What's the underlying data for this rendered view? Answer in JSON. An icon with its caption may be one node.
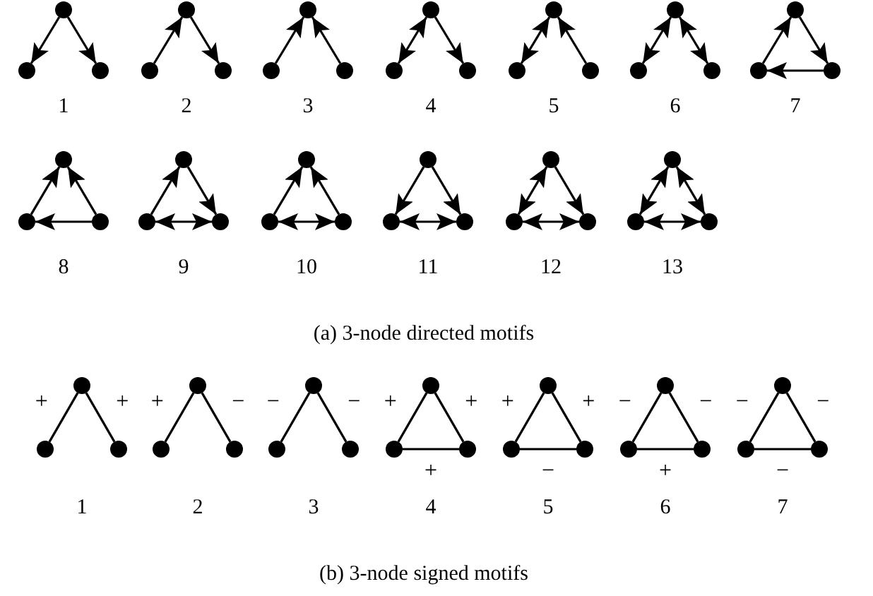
{
  "diagram": {
    "nodes": [
      {
        "text": [],
        "shape": "circle"
      },
      {
        "text": [],
        "shape": "circle"
      },
      {
        "text": [],
        "shape": "circle"
      },
      {
        "text": [],
        "shape": "circle"
      },
      {
        "text": [],
        "shape": "circle"
      },
      {
        "text": [],
        "shape": "circle"
      },
      {
        "text": [],
        "shape": "circle"
      },
      {
        "text": [],
        "shape": "circle"
      },
      {
        "text": [],
        "shape": "circle"
      },
      {
        "text": [],
        "shape": "circle"
      },
      {
        "text": [],
        "shape": "circle"
      },
      {
        "text": [],
        "shape": "circle"
      },
      {
        "text": [],
        "shape": "circle"
      },
      {
        "text": [],
        "shape": "circle"
      },
      {
        "text": [],
        "shape": "circle"
      },
      {
        "text": [],
        "shape": "circle"
      },
      {
        "text": [],
        "shape": "circle"
      },
      {
        "text": [],
        "shape": "circle"
      },
      {
        "text": [],
        "shape": "circle"
      },
      {
        "text": [],
        "shape": "circle"
      },
      {
        "text": [],
        "shape": "circle"
      },
      {
        "text": [],
        "shape": "circle"
      },
      {
        "text": [],
        "shape": "circle"
      },
      {
        "text": [],
        "shape": "circle"
      },
      {
        "text": [],
        "shape": "circle"
      },
      {
        "text": [],
        "shape": "circle"
      },
      {
        "text": [],
        "shape": "circle"
      },
      {
        "text": [],
        "shape": "circle"
      },
      {
        "text": [],
        "shape": "circle"
      },
      {
        "text": [],
        "shape": "circle"
      },
      {
        "text": [],
        "shape": "circle"
      },
      {
        "text": [],
        "shape": "circle"
      },
      {
        "text": [],
        "shape": "circle"
      },
      {
        "text": [],
        "shape": "circle"
      },
      {
        "text": [],
        "shape": "circle"
      },
      {
        "text": [],
        "shape": "circle"
      },
      {
        "text": [],
        "shape": "circle"
      },
      {
        "text": [],
        "shape": "circle"
      },
      {
        "text": [],
        "shape": "circle"
      },
      {
        "text": [],
        "shape": "circle"
      },
      {
        "text": [],
        "shape": "circle"
      },
      {
        "text": [],
        "shape": "circle"
      },
      {
        "text": [],
        "shape": "circle"
      },
      {
        "text": [],
        "shape": "circle"
      },
      {
        "text": [],
        "shape": "circle"
      },
      {
        "text": [],
        "shape": "circle"
      },
      {
        "text": [],
        "shape": "circle"
      },
      {
        "text": [],
        "shape": "circle"
      },
      {
        "text": [],
        "shape": "circle"
      },
      {
        "text": [],
        "shape": "circle"
      },
      {
        "text": [],
        "shape": "circle"
      },
      {
        "text": [],
        "shape": "circle"
      },
      {
        "text": [],
        "shape": "circle"
      },
      {
        "text": [],
        "shape": "circle"
      },
      {
        "text": [],
        "shape": "circle"
      },
      {
        "text": [],
        "shape": "circle"
      },
      {
        "text": [],
        "shape": "circle"
      },
      {
        "text": [],
        "shape": "circle"
      },
      {
        "text": [],
        "shape": "circle"
      },
      {
        "text": [],
        "shape": "circle"
      }
    ],
    "edges": [
      {
        "from": 0,
        "to": 1,
        "arrow": "to"
      },
      {
        "from": 0,
        "to": 2,
        "arrow": "to"
      },
      {
        "from": 4,
        "to": 3,
        "arrow": "to"
      },
      {
        "from": 3,
        "to": 5,
        "arrow": "to"
      },
      {
        "from": 7,
        "to": 6,
        "arrow": "to"
      },
      {
        "from": 8,
        "to": 6,
        "arrow": "to"
      },
      {
        "from": 9,
        "to": 10,
        "arrow": "both"
      },
      {
        "from": 9,
        "to": 11,
        "arrow": "to"
      },
      {
        "from": 12,
        "to": 13,
        "arrow": "both"
      },
      {
        "from": 14,
        "to": 12,
        "arrow": "to"
      },
      {
        "from": 15,
        "to": 16,
        "arrow": "both"
      },
      {
        "from": 15,
        "to": 17,
        "arrow": "both"
      },
      {
        "from": 19,
        "to": 18,
        "arrow": "to"
      },
      {
        "from": 18,
        "to": 20,
        "arrow": "to"
      },
      {
        "from": 20,
        "to": 19,
        "arrow": "to"
      },
      {
        "from": 22,
        "to": 21,
        "arrow": "to"
      },
      {
        "from": 23,
        "to": 21,
        "arrow": "to"
      },
      {
        "from": 23,
        "to": 22,
        "arrow": "to"
      },
      {
        "from": 25,
        "to": 24,
        "arrow": "to"
      },
      {
        "from": 24,
        "to": 26,
        "arrow": "to"
      },
      {
        "from": 25,
        "to": 26,
        "arrow": "both"
      },
      {
        "from": 28,
        "to": 27,
        "arrow": "to"
      },
      {
        "from": 29,
        "to": 27,
        "arrow": "to"
      },
      {
        "from": 28,
        "to": 29,
        "arrow": "both"
      },
      {
        "from": 30,
        "to": 31,
        "arrow": "to"
      },
      {
        "from": 30,
        "to": 32,
        "arrow": "to"
      },
      {
        "from": 31,
        "to": 32,
        "arrow": "both"
      },
      {
        "from": 33,
        "to": 34,
        "arrow": "both"
      },
      {
        "from": 33,
        "to": 35,
        "arrow": "to"
      },
      {
        "from": 34,
        "to": 35,
        "arrow": "both"
      },
      {
        "from": 36,
        "to": 37,
        "arrow": "both"
      },
      {
        "from": 36,
        "to": 38,
        "arrow": "both"
      },
      {
        "from": 37,
        "to": 38,
        "arrow": "both"
      },
      {
        "from": 39,
        "to": 40,
        "arrow": "none",
        "label": "+"
      },
      {
        "from": 39,
        "to": 41,
        "arrow": "none",
        "label": "+"
      },
      {
        "from": 42,
        "to": 43,
        "arrow": "none",
        "label": "+"
      },
      {
        "from": 42,
        "to": 44,
        "arrow": "none",
        "label": "−"
      },
      {
        "from": 45,
        "to": 46,
        "arrow": "none",
        "label": "−"
      },
      {
        "from": 45,
        "to": 47,
        "arrow": "none",
        "label": "−"
      },
      {
        "from": 48,
        "to": 49,
        "arrow": "none",
        "label": "+"
      },
      {
        "from": 48,
        "to": 50,
        "arrow": "none",
        "label": "+"
      },
      {
        "from": 49,
        "to": 50,
        "arrow": "none",
        "label": "+"
      },
      {
        "from": 51,
        "to": 52,
        "arrow": "none",
        "label": "+"
      },
      {
        "from": 51,
        "to": 53,
        "arrow": "none",
        "label": "+"
      },
      {
        "from": 52,
        "to": 53,
        "arrow": "none",
        "label": "−"
      },
      {
        "from": 54,
        "to": 55,
        "arrow": "none",
        "label": "−"
      },
      {
        "from": 54,
        "to": 56,
        "arrow": "none",
        "label": "−"
      },
      {
        "from": 55,
        "to": 56,
        "arrow": "none",
        "label": "+"
      },
      {
        "from": 57,
        "to": 58,
        "arrow": "none",
        "label": "−"
      },
      {
        "from": 57,
        "to": 59,
        "arrow": "none",
        "label": "−"
      },
      {
        "from": 58,
        "to": 59,
        "arrow": "none",
        "label": "−"
      }
    ],
    "labels": [
      "1",
      "2",
      "3",
      "4",
      "5",
      "6",
      "7",
      "8",
      "9",
      "10",
      "11",
      "12",
      "13",
      "(a) 3-node directed motifs",
      "1",
      "2",
      "3",
      "4",
      "5",
      "6",
      "7",
      "(b) 3-node signed motifs"
    ]
  }
}
